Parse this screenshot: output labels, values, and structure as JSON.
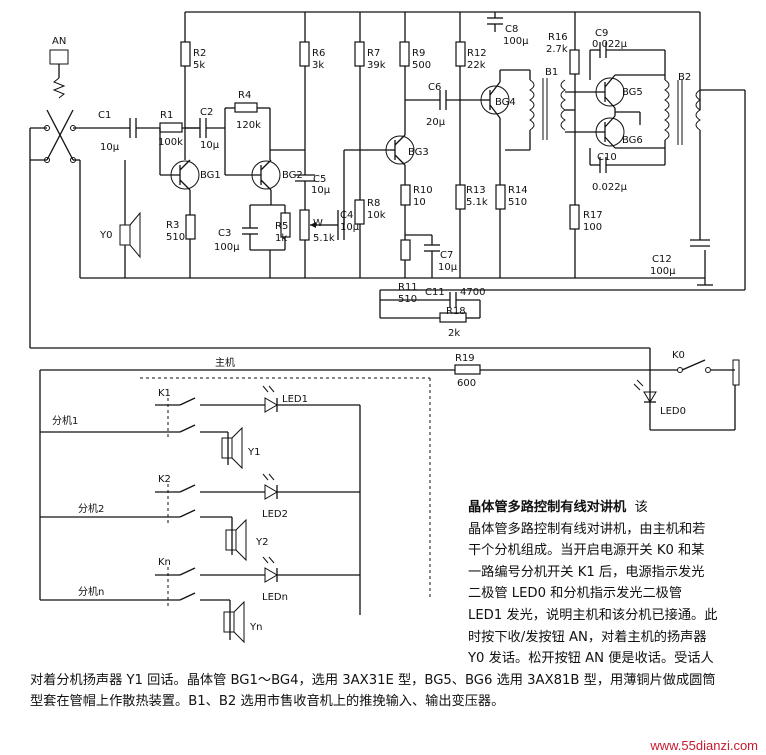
{
  "labels": {
    "AN": "AN",
    "C1": "C1",
    "C1v": "10μ",
    "R1": "R1",
    "R1v": "100k",
    "R2": "R2",
    "R2v": "5k",
    "C2": "C2",
    "C2v": "10μ",
    "R4": "R4",
    "R4v": "120k",
    "BG1": "BG1",
    "BG2": "BG2",
    "R3": "R3",
    "R3v": "510",
    "C3": "C3",
    "C3v": "100μ",
    "R5": "R5",
    "R5v": "1k",
    "W": "W",
    "Wv": "5.1k",
    "C5": "C5",
    "C5v": "10μ",
    "C4": "C4",
    "C4v": "10μ",
    "R6": "R6",
    "R6v": "3k",
    "R7": "R7",
    "R7v": "39k",
    "R8": "R8",
    "R8v": "10k",
    "R9": "R9",
    "R9v": "500",
    "BG3": "BG3",
    "R10": "R10",
    "R10v": "10",
    "R11": "R11",
    "R11v": "510",
    "C7": "C7",
    "C7v": "10μ",
    "C6": "C6",
    "C6v": "20μ",
    "BG4": "BG4",
    "R12": "R12",
    "R12v": "22k",
    "R13": "R13",
    "R13v": "5.1k",
    "R14": "R14",
    "R14v": "510",
    "C8": "C8",
    "C8v": "100μ",
    "B1": "B1",
    "R16": "R16",
    "R16v": "2.7k",
    "C9": "C9",
    "C9v": "0.022μ",
    "BG5": "BG5",
    "BG6": "BG6",
    "C10": "C10",
    "C10v": "0.022μ",
    "R17": "R17",
    "R17v": "100",
    "B2": "B2",
    "C12": "C12",
    "C12v": "100μ",
    "C11": "C11",
    "C11v": "4700",
    "R18": "R18",
    "R18v": "2k",
    "Y0": "Y0",
    "main": "主机",
    "R19": "R19",
    "R19v": "600",
    "K0": "K0",
    "LED0": "LED0",
    "K1": "K1",
    "LED1": "LED1",
    "Y1": "Y1",
    "ext1": "分机1",
    "K2": "K2",
    "LED2": "LED2",
    "Y2": "Y2",
    "ext2": "分机2",
    "Kn": "Kn",
    "LEDn": "LEDn",
    "Yn": "Yn",
    "extn": "分机n"
  },
  "description": {
    "title": "晶体管多路控制有线对讲机",
    "lines": [
      "该",
      "晶体管多路控制有线对讲机，由主机和若",
      "干个分机组成。当开启电源开关 K0 和某",
      "一路编号分机开关 K1 后，电源指示发光",
      "二极管 LED0 和分机指示发光二极管",
      "LED1 发光，说明主机和该分机已接通。此",
      "时按下收/发按钮 AN，对着主机的扬声器",
      "Y0 发话。松开按钮 AN 便是收话。受话人",
      "对着分机扬声器 Y1 回话。晶体管 BG1～BG4，选用 3AX31E 型，BG5、BG6 选用 3AX81B 型，用薄铜片做成圆筒",
      "型套在管帽上作散热装置。B1、B2 选用市售收音机上的推挽输入、输出变压器。"
    ]
  },
  "watermark": "www.55dianzi.com"
}
